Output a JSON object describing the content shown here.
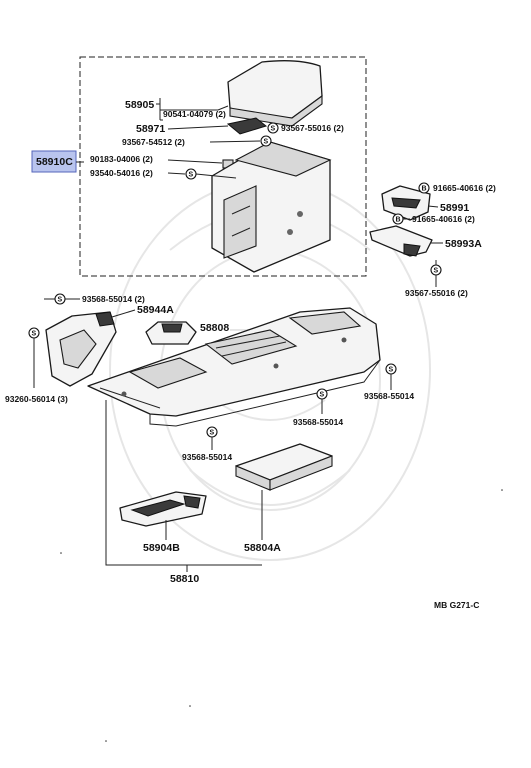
{
  "diagram": {
    "highlighted_part": "58910C",
    "labels": {
      "p58905": "58905",
      "p90541": "90541-04079 (2)",
      "p58971": "58971",
      "p93567_top": "93567-55016 (2)",
      "p93567_54512": "93567-54512 (2)",
      "p90183": "90183-04006 (2)",
      "p93540": "93540-54016 (2)",
      "p91665_a": "91665-40616 (2)",
      "p58991": "58991",
      "p91665_b": "91665-40616 (2)",
      "p58993A": "58993A",
      "p93567_right": "93567-55016 (2)",
      "p93568_top": "93568-55014 (2)",
      "p58944A": "58944A",
      "p58808": "58808",
      "p93260": "93260-56014 (3)",
      "p93568_right": "93568-55014",
      "p93568_mid": "93568-55014",
      "p93568_low": "93568-55014",
      "p58904B": "58904B",
      "p58804A": "58804A",
      "p58810": "58810"
    },
    "symbol_s": "S",
    "symbol_b": "B",
    "footer_code": "MB  G271-C"
  },
  "colors": {
    "highlight_fill": "#b9c4ee",
    "highlight_stroke": "#5566bb",
    "line": "#222222"
  }
}
